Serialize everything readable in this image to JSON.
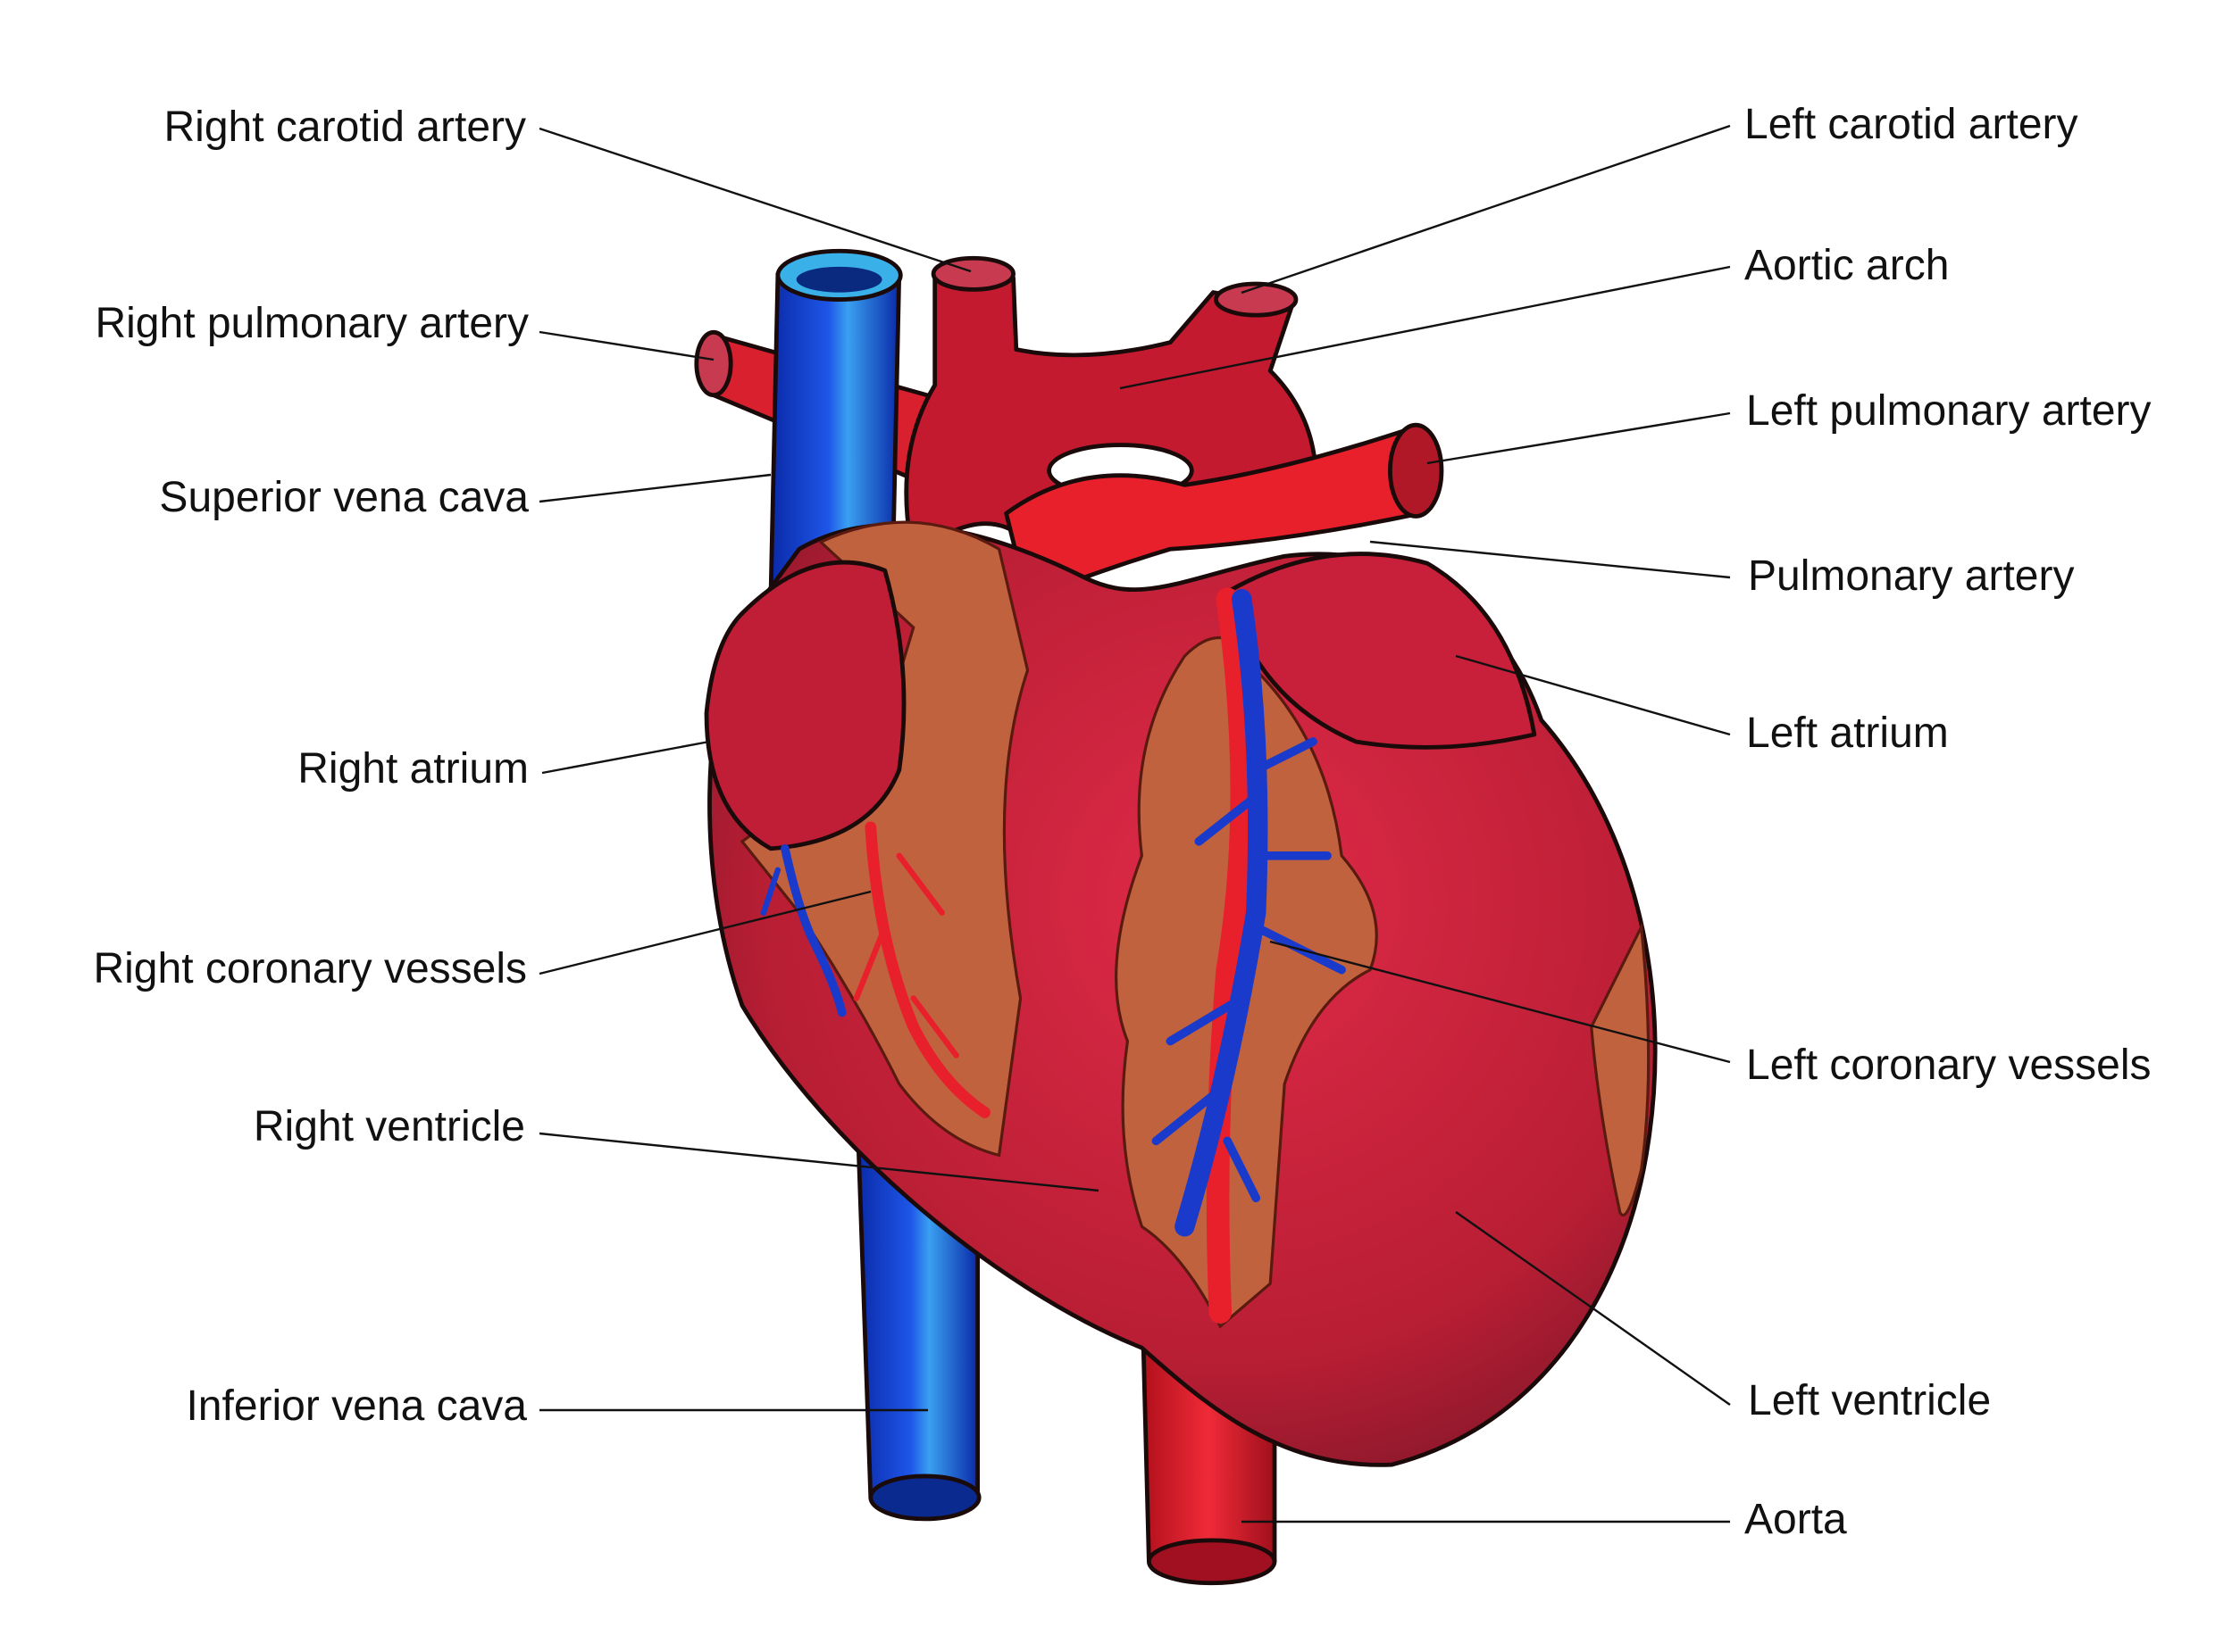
{
  "title": "Heart anatomy diagram",
  "labels_left": [
    {
      "text": "Right carotid artery"
    },
    {
      "text": "Right pulmonary artery"
    },
    {
      "text": "Superior vena cava"
    },
    {
      "text": "Right atrium"
    },
    {
      "text": "Right coronary vessels"
    },
    {
      "text": "Right ventricle"
    },
    {
      "text": "Inferior vena cava"
    }
  ],
  "labels_right": [
    {
      "text": "Left carotid artery"
    },
    {
      "text": "Aortic arch"
    },
    {
      "text": "Left pulmonary artery"
    },
    {
      "text": "Pulmonary artery"
    },
    {
      "text": "Left atrium"
    },
    {
      "text": "Left coronary vessels"
    },
    {
      "text": "Left ventricle"
    },
    {
      "text": "Aorta"
    }
  ],
  "colors": {
    "muscle": "#c8213a",
    "muscle_dark": "#8e1a2a",
    "artery": "#e0202e",
    "vein": "#1446d8",
    "vein_light": "#3aa8e8",
    "fat": "#c0623e"
  }
}
